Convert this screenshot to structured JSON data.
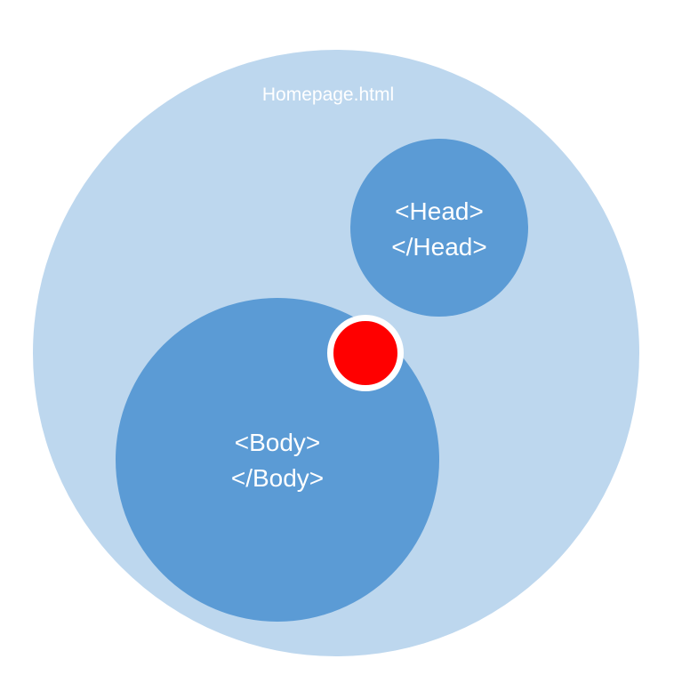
{
  "diagram": {
    "outer": {
      "label": "Homepage.html",
      "color": "#BDD7EE"
    },
    "head": {
      "open_tag": "<Head>",
      "close_tag": "</Head>",
      "color": "#5B9BD5"
    },
    "body": {
      "open_tag": "<Body>",
      "close_tag": "</Body>",
      "color": "#5B9BD5"
    },
    "marker": {
      "color": "#FF0000",
      "ring_color": "#FFFFFF"
    }
  }
}
